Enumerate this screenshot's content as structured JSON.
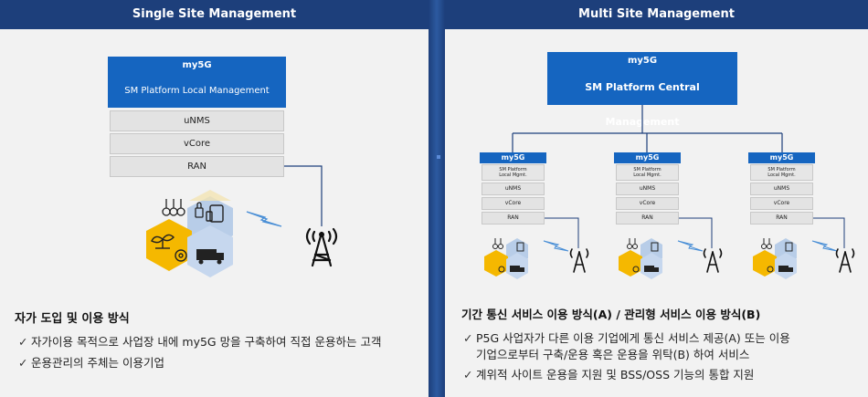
{
  "left": {
    "header": "Single Site Management",
    "stack": {
      "title": "my5G",
      "platform": "SM Platform  Local Management",
      "rows": [
        "uNMS",
        "vCore",
        "RAN"
      ]
    },
    "section_title": "자가 도입 및 이용 방식",
    "bullets": [
      "자가이용 목적으로 사업장 내에 my5G 망을 구축하여 직접 운용하는 고객",
      "운용관리의 주체는 이용기업"
    ]
  },
  "right": {
    "header": "Multi Site Management",
    "central": {
      "title": "my5G",
      "platform": "SM Platform Central Management"
    },
    "site": {
      "title": "my5G",
      "platform_line1": "SM Platform",
      "platform_line2": "Local Mgmt.",
      "rows": [
        "uNMS",
        "vCore",
        "RAN"
      ]
    },
    "section_title": "기간 통신 서비스 이용 방식(A) / 관리형 서비스 이용 방식(B)",
    "bullets": [
      "P5G 사업자가 다른 이용 기업에게 통신 서비스 제공(A) 또는 이용",
      "기업으로부터 구축/운용 혹은 운용을 위탁(B) 하여 서비스",
      "계위적 사이트 운용을 지원 및 BSS/OSS 기능의 통합 지원"
    ]
  },
  "colors": {
    "header_bg": "#1d3f7b",
    "accent_blue": "#1565c0",
    "hex_yellow": "#f5b800",
    "hex_blue": "#b8cde8"
  },
  "icons": [
    "bulb-icon",
    "lock-icon",
    "tablet-icon",
    "plant-icon",
    "gear-icon",
    "truck-icon",
    "lightning-icon",
    "antenna-tower-icon",
    "check-icon"
  ]
}
